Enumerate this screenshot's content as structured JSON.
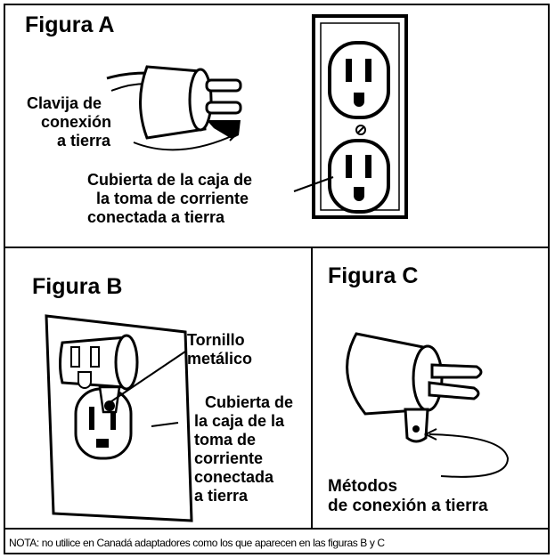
{
  "figure_a": {
    "title": "Figura A",
    "plug_label": [
      "Clavija de",
      "conexión",
      "a tierra"
    ],
    "cover_label": [
      "Cubierta de la caja de",
      "la toma de corriente",
      "conectada a tierra"
    ]
  },
  "figure_b": {
    "title": "Figura B",
    "screw_label": [
      "Tornillo",
      "metálico"
    ],
    "cover_label": [
      "Cubierta de",
      "la caja de la",
      "toma de",
      "corriente",
      "conectada",
      "a tierra"
    ]
  },
  "figure_c": {
    "title": "Figura C",
    "methods_label": [
      "Métodos",
      "de conexión a tierra"
    ]
  },
  "note": "NOTA: no utilice en Canadá adaptadores como los que aparecen en las figuras B y C"
}
